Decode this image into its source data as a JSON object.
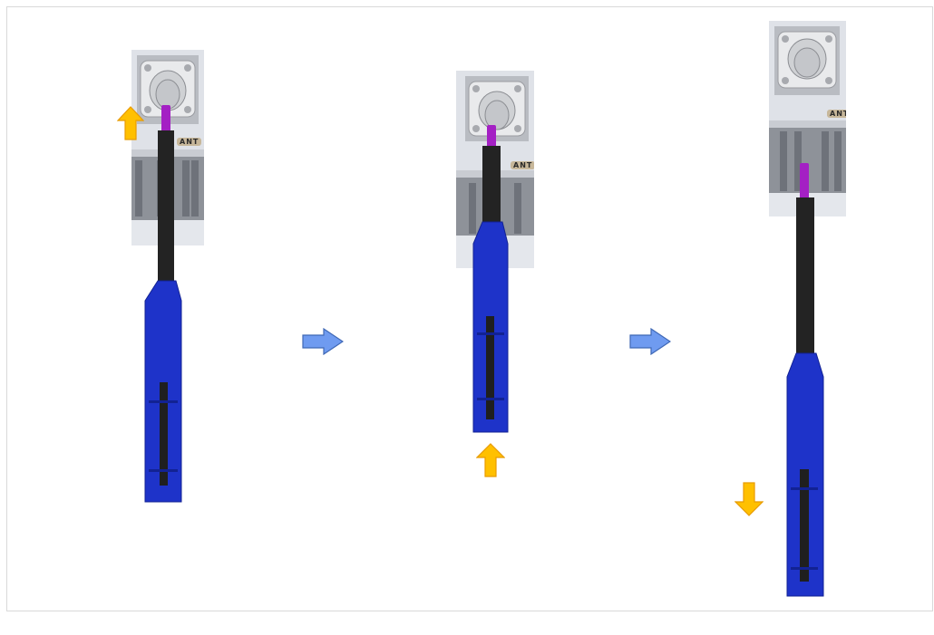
{
  "figure": {
    "steps": [
      {
        "port_label": "ANT",
        "arrow": "up"
      },
      {
        "port_label": "ANT",
        "arrow": "up"
      },
      {
        "port_label": "ANT",
        "arrow": "down"
      }
    ],
    "connector_arrows": 2
  },
  "colors": {
    "handle_blue": "#1e33c9",
    "handle_blue_dark": "#122293",
    "shaft_black": "#232323",
    "tip_magenta": "#a420c4",
    "yellow_arrow": "#ffc000",
    "yellow_arrow_dark": "#e89b00",
    "blue_arrow": "#6f9bf0",
    "blue_arrow_dark": "#3f68b5",
    "housing_gray": "#dadde3"
  },
  "icons": [
    "push-up-arrow-icon",
    "pull-down-arrow-icon",
    "next-step-arrow-icon"
  ]
}
